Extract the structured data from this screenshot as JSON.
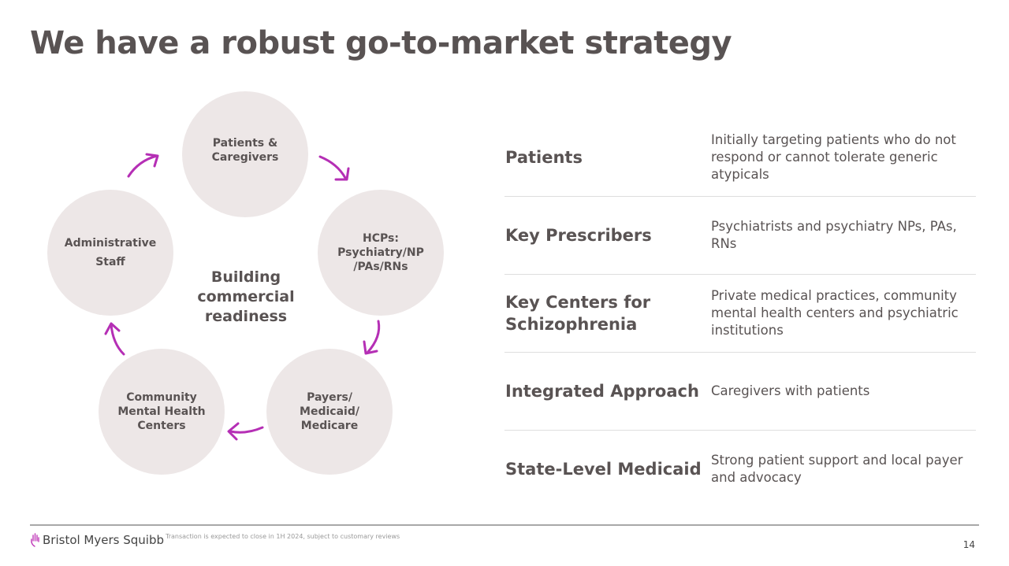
{
  "title": "We have a robust go-to-market strategy",
  "cycle": {
    "center": "Building commercial readiness",
    "nodes": [
      "Patients & Caregivers",
      "HCPs: Psychiatry/NP /PAs/RNs",
      "Payers/ Medicaid/ Medicare",
      "Community Mental Health Centers",
      "Administrative Staff"
    ],
    "arrow_color": "#b52fb5"
  },
  "rows": [
    {
      "key": "Patients",
      "value": "Initially targeting patients who do not respond or cannot tolerate generic atypicals"
    },
    {
      "key": "Key Prescribers",
      "value": "Psychiatrists and psychiatry NPs, PAs, RNs"
    },
    {
      "key": "Key Centers for Schizophrenia",
      "value": "Private medical practices, community mental health centers and psychiatric institutions"
    },
    {
      "key": "Integrated Approach",
      "value": "Caregivers with patients"
    },
    {
      "key": "State-Level Medicaid",
      "value": "Strong patient support and local payer and advocacy"
    }
  ],
  "footer": {
    "logo": "Bristol Myers Squibb",
    "note": "Transaction is expected to close in 1H 2024, subject to customary reviews",
    "page": "14"
  }
}
